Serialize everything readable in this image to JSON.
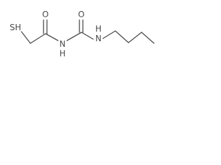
{
  "molecule": {
    "atoms": {
      "sh": "SH",
      "o1": "O",
      "nh1": "N",
      "h1": "H",
      "o2": "O",
      "nh2": "N",
      "h2": "H"
    }
  },
  "colors": {
    "bond": "#4a4a4a",
    "label": "#4a4a4a",
    "background": "#ffffff"
  }
}
